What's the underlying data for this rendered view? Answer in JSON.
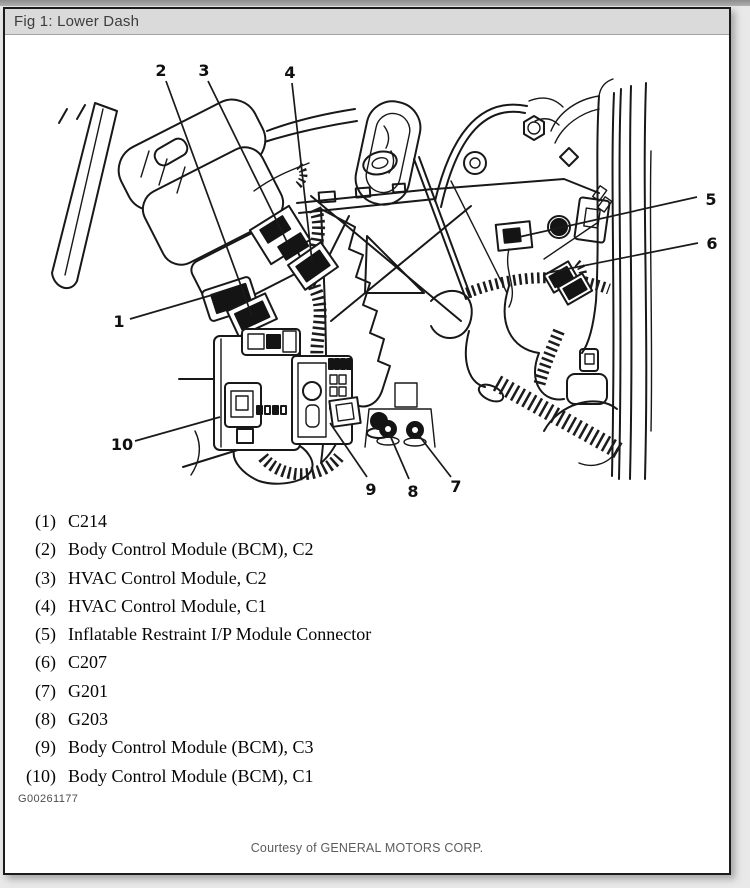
{
  "window": {
    "title": "Fig 1: Lower Dash"
  },
  "figure": {
    "callouts": [
      {
        "label": "1"
      },
      {
        "label": "2"
      },
      {
        "label": "3"
      },
      {
        "label": "4"
      },
      {
        "label": "5"
      },
      {
        "label": "6"
      },
      {
        "label": "7"
      },
      {
        "label": "8"
      },
      {
        "label": "9"
      },
      {
        "label": "10"
      }
    ],
    "watermark": "G00261177",
    "courtesy": "Courtesy of GENERAL MOTORS CORP."
  },
  "legend": {
    "items": [
      {
        "num": "(1)",
        "label": "C214"
      },
      {
        "num": "(2)",
        "label": "Body Control Module (BCM), C2"
      },
      {
        "num": "(3)",
        "label": "HVAC Control Module, C2"
      },
      {
        "num": "(4)",
        "label": "HVAC Control Module, C1"
      },
      {
        "num": "(5)",
        "label": "Inflatable Restraint I/P Module Connector"
      },
      {
        "num": "(6)",
        "label": "C207"
      },
      {
        "num": "(7)",
        "label": "G201"
      },
      {
        "num": "(8)",
        "label": "G203"
      },
      {
        "num": "(9)",
        "label": "Body Control Module (BCM), C3"
      },
      {
        "num": "(10)",
        "label": "Body Control Module (BCM), C1"
      }
    ]
  }
}
